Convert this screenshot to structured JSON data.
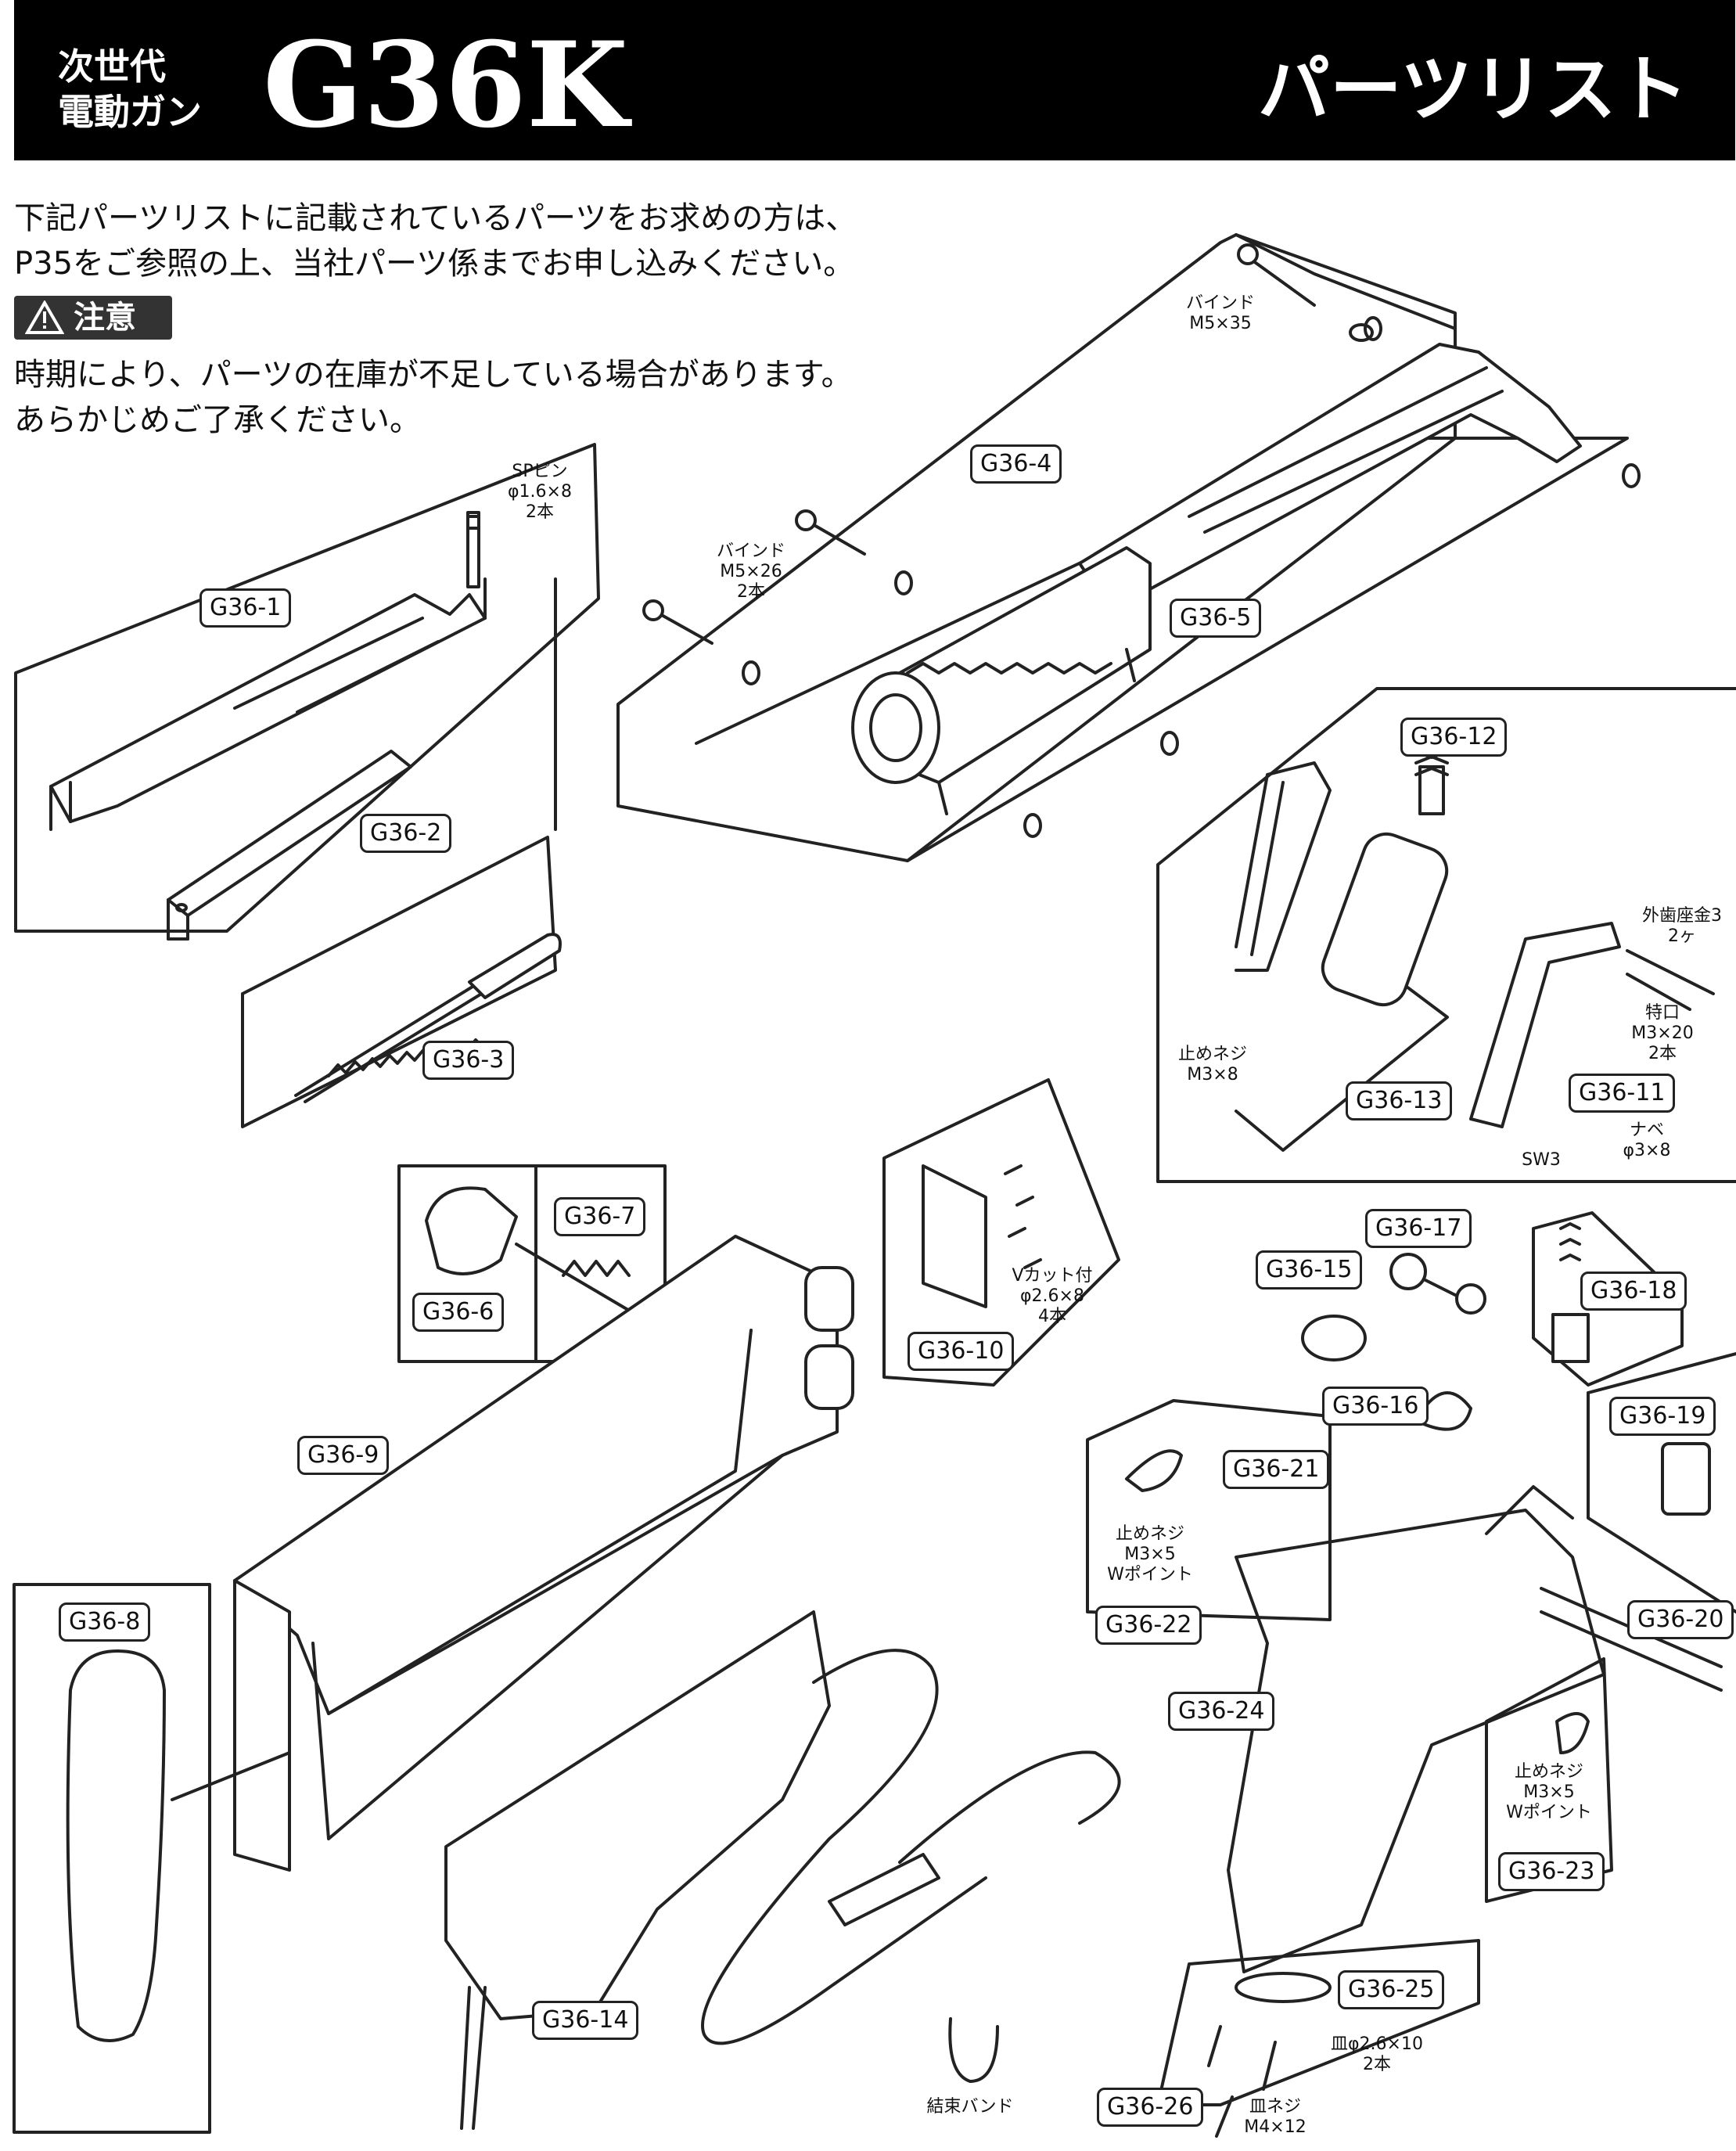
{
  "header": {
    "subtitle_line1": "次世代",
    "subtitle_line2": "電動ガン",
    "model": "G36K",
    "title": "パーツリスト"
  },
  "intro": {
    "line1": "下記パーツリストに記載されているパーツをお求めの方は、",
    "line2": "P35をご参照の上、当社パーツ係までお申し込みください。"
  },
  "caution": {
    "label": "注意",
    "line1": "時期により、パーツの在庫が不足している場合があります。",
    "line2": "あらかじめご了承ください。"
  },
  "parts": {
    "p1": "G36-1",
    "p2": "G36-2",
    "p3": "G36-3",
    "p4": "G36-4",
    "p5": "G36-5",
    "p6": "G36-6",
    "p7": "G36-7",
    "p8": "G36-8",
    "p9": "G36-9",
    "p10": "G36-10",
    "p11": "G36-11",
    "p12": "G36-12",
    "p13": "G36-13",
    "p14": "G36-14",
    "p15": "G36-15",
    "p16": "G36-16",
    "p17": "G36-17",
    "p18": "G36-18",
    "p19": "G36-19",
    "p20": "G36-20",
    "p21": "G36-21",
    "p22": "G36-22",
    "p23": "G36-23",
    "p24": "G36-24",
    "p25": "G36-25",
    "p26": "G36-26"
  },
  "notes": {
    "sp_pin": "SPピン\nφ1.6×8\n2本",
    "bind_35": "バインド\nM5×35",
    "bind_26": "バインド\nM5×26\n2本",
    "set_screw_m3x8": "止めネジ\nM3×8",
    "outer_washer": "外歯座金3\n2ヶ",
    "socket_m3x20": "特口\nM3×20\n2本",
    "nabe": "ナベ\nφ3×8",
    "sw3": "SW3",
    "vcut": "Vカット付\nφ2.6×8\n4本",
    "set_screw_w1": "止めネジ\nM3×5\nWポイント",
    "set_screw_w2": "止めネジ\nM3×5\nWポイント",
    "pan_head": "皿φ2.6×10\n2本",
    "band": "結束バンド",
    "flat_screw": "皿ネジ\nM4×12"
  }
}
